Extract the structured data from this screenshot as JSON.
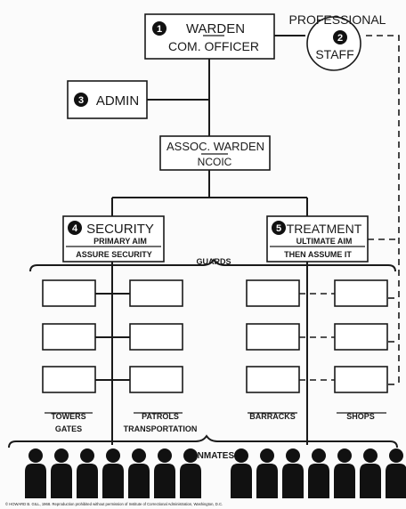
{
  "warden": {
    "num": "1",
    "line1": "WARDEN",
    "line2": "COM. OFFICER"
  },
  "professional": {
    "num": "2",
    "label_top": "PROFESSIONAL",
    "label": "STAFF"
  },
  "admin": {
    "num": "3",
    "label": "ADMIN"
  },
  "assoc": {
    "line1": "ASSOC. WARDEN",
    "line2": "NCOIC"
  },
  "security": {
    "num": "4",
    "title": "SECURITY",
    "aim": "PRIMARY AIM",
    "goal": "ASSURE SECURITY"
  },
  "treatment": {
    "num": "5",
    "title": "TREATMENT",
    "aim": "ULTIMATE AIM",
    "goal": "THEN ASSUME IT"
  },
  "guards": {
    "label": "GUARDS"
  },
  "groups": {
    "towers": "TOWERS",
    "gates": "GATES",
    "patrols": "PATROLS",
    "transportation": "TRANSPORTATION",
    "barracks": "BARRACKS",
    "shops": "SHOPS"
  },
  "inmates": {
    "label": "INMATES",
    "count": 14
  },
  "credit": "© HOWARD B. GILL, 1968. Reproduction prohibited without permission of Institute of Correctional Administration, Washington, D.C."
}
